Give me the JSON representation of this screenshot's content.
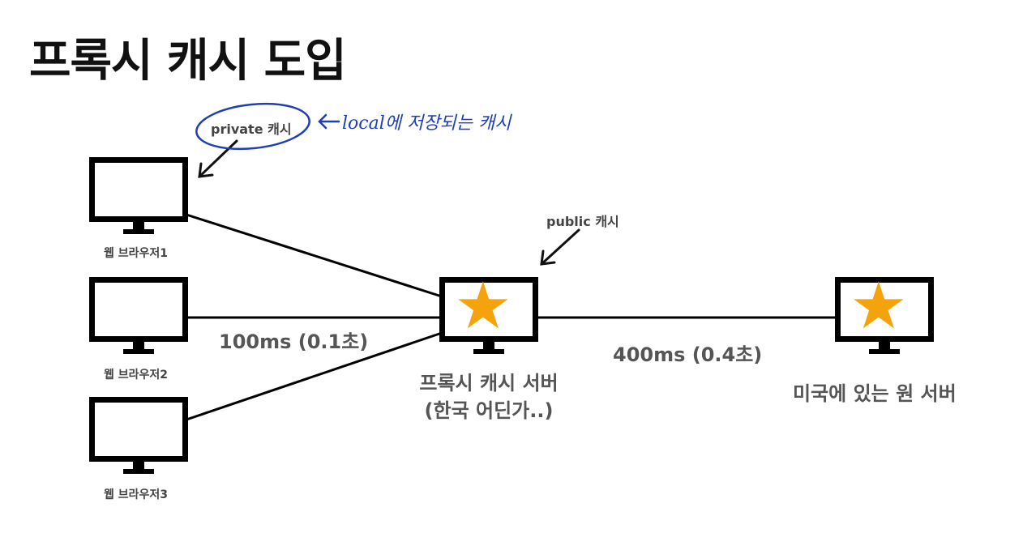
{
  "title": "프록시 캐시 도입",
  "colors": {
    "star": "#f4a30c",
    "annotation": "#1f3fb5",
    "label": "#555555"
  },
  "nodes": {
    "browser1": {
      "label": "웹 브라우저1"
    },
    "browser2": {
      "label": "웹 브라우저2"
    },
    "browser3": {
      "label": "웹 브라우저3"
    },
    "proxy": {
      "label_line1": "프록시 캐시 서버",
      "label_line2": "(한국 어딘가..)"
    },
    "origin": {
      "label": "미국에 있는 원 서버"
    }
  },
  "annotations": {
    "private_cache": "private 캐시",
    "public_cache": "public 캐시",
    "handwritten_note": "local에 저장되는 캐시"
  },
  "latencies": {
    "browser_to_proxy": "100ms (0.1초)",
    "proxy_to_origin": "400ms (0.4초)"
  },
  "icons": {
    "monitor": "monitor-icon",
    "star": "star-icon"
  }
}
